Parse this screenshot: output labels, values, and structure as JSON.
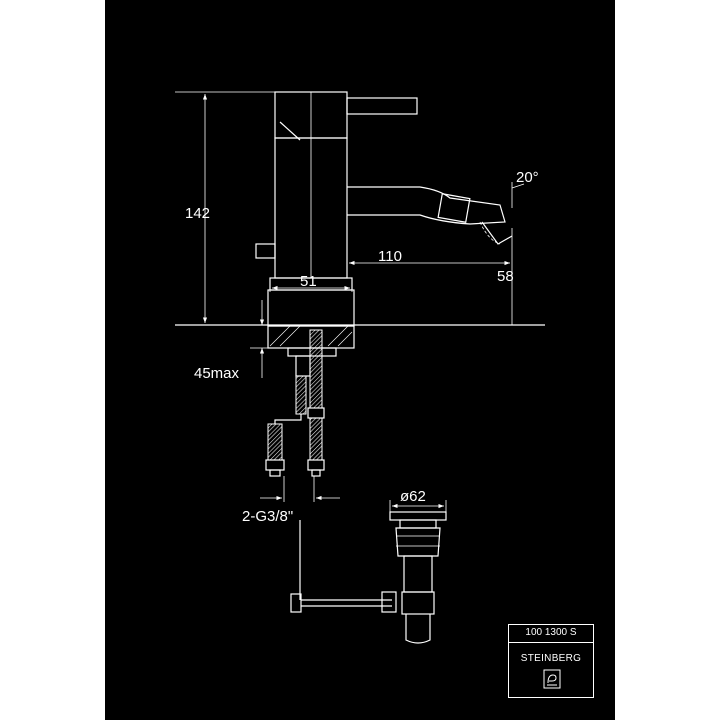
{
  "dimensions": {
    "height": "142",
    "depth": "110",
    "base_diameter": "51",
    "spout_height": "58",
    "spout_angle": "20°",
    "deck_thickness": "45max",
    "connection": "2-G3/8\"",
    "waste_diameter": "ø62"
  },
  "title_block": {
    "product_code": "100 1300 S",
    "brand": "STEINBERG"
  },
  "colors": {
    "background": "#000000",
    "line": "#ffffff",
    "page": "#ffffff"
  }
}
